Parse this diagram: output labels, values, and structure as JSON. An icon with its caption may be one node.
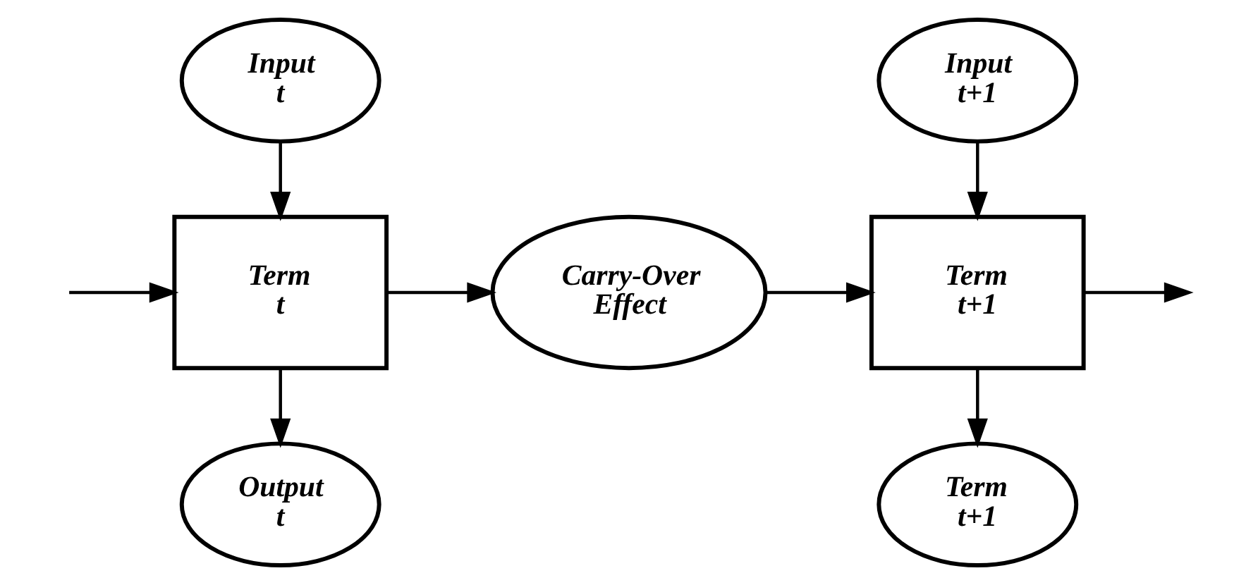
{
  "diagram": {
    "nodes": [
      {
        "text": [
          "Input t"
        ]
      },
      {
        "text": [
          "Term t"
        ]
      },
      {
        "text": [
          "Output t"
        ]
      },
      {
        "text": [
          "Carry-Over Effect"
        ]
      },
      {
        "text": [
          "Input t+1"
        ]
      },
      {
        "text": [
          "Term t+1"
        ]
      },
      {
        "text": [
          "Term t+1"
        ]
      }
    ],
    "edges": [
      {
        "from": null,
        "to": 1,
        "arrow": "to"
      },
      {
        "from": 0,
        "to": 1,
        "arrow": "to"
      },
      {
        "from": 1,
        "to": 2,
        "arrow": "to"
      },
      {
        "from": 1,
        "to": 3,
        "arrow": "to"
      },
      {
        "from": 3,
        "to": 5,
        "arrow": "to"
      },
      {
        "from": 4,
        "to": 5,
        "arrow": "to"
      },
      {
        "from": 5,
        "to": 6,
        "arrow": "to"
      },
      {
        "from": 5,
        "to": null,
        "arrow": "to"
      }
    ]
  }
}
